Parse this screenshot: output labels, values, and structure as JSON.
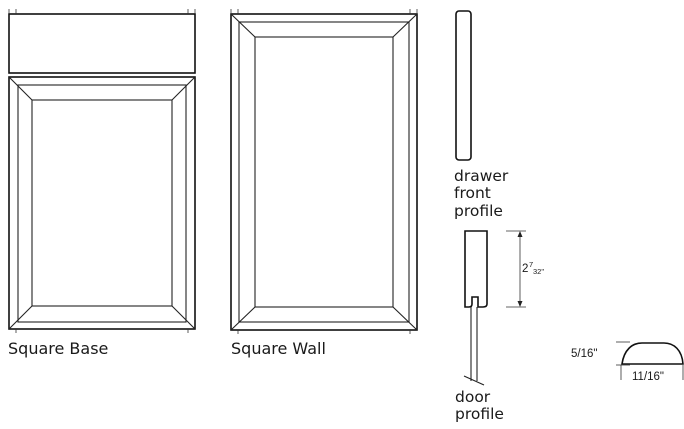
{
  "labels": {
    "square_base": "Square Base",
    "square_wall": "Square Wall",
    "drawer_front_profile": [
      "drawer",
      "front",
      "profile"
    ],
    "door_profile": [
      "door",
      "profile"
    ]
  },
  "dimensions": {
    "door_thickness_whole": "2",
    "door_thickness_num": "7",
    "door_thickness_den": "32\"",
    "edge_height": "5/16\"",
    "edge_width": "11/16\""
  }
}
